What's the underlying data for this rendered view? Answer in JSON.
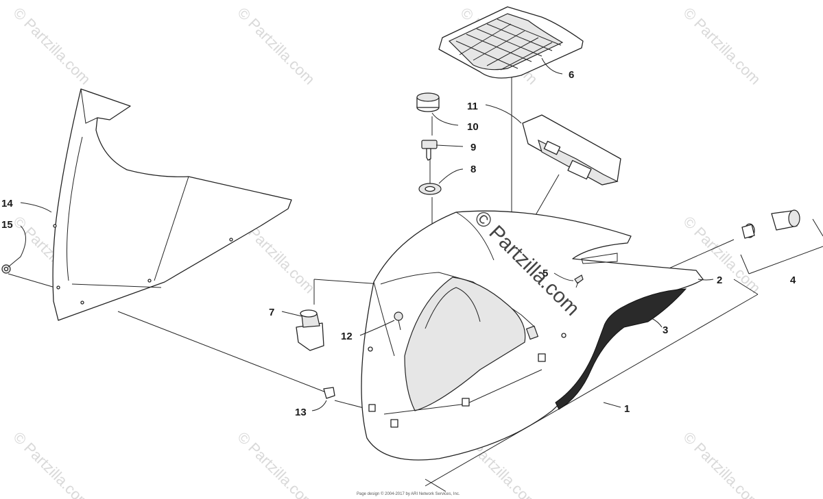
{
  "watermark": {
    "small_text": "© Partzilla.com",
    "large_text": "© Partzilla.com"
  },
  "callouts": {
    "c1": "1",
    "c2": "2",
    "c3": "3",
    "c4": "4",
    "c5": "5",
    "c6": "6",
    "c7": "7",
    "c8": "8",
    "c9": "9",
    "c10": "10",
    "c11": "11",
    "c12": "12",
    "c13": "13",
    "c14": "14",
    "c15": "15"
  },
  "footer": {
    "text": "Page design © 2004-2017 by ARI Network Services, Inc."
  },
  "colors": {
    "line": "#222222",
    "decal": "#2a2a2a",
    "watermark": "#d9d9d9"
  }
}
